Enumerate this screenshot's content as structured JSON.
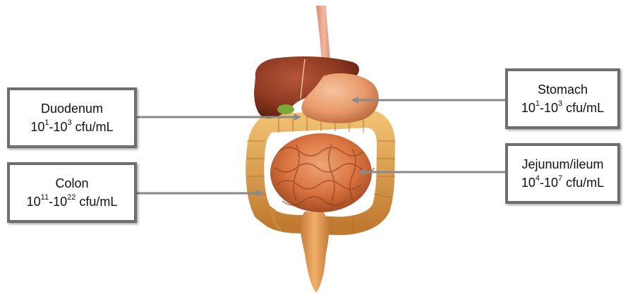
{
  "labels": {
    "duodenum": {
      "name": "Duodenum",
      "count_base_1": "10",
      "count_exp_1": "1",
      "count_sep": "-",
      "count_base_2": "10",
      "count_exp_2": "3",
      "count_unit": " cfu/mL"
    },
    "colon": {
      "name": "Colon",
      "count_base_1": "10",
      "count_exp_1": "11",
      "count_sep": "-",
      "count_base_2": "10",
      "count_exp_2": "22",
      "count_unit": " cfu/mL"
    },
    "stomach": {
      "name": "Stomach",
      "count_base_1": "10",
      "count_exp_1": "1",
      "count_sep": "-",
      "count_base_2": "10",
      "count_exp_2": "3",
      "count_unit": " cfu/mL"
    },
    "jejunum": {
      "name": "Jejunum/ileum",
      "count_base_1": "10",
      "count_exp_1": "4",
      "count_sep": "-",
      "count_base_2": "10",
      "count_exp_2": "7",
      "count_unit": " cfu/mL"
    }
  },
  "colors": {
    "box_border": "#6e6e6e",
    "arrow": "#8a8a8a",
    "liver": "#8e3a22",
    "stomach": "#e89a6a",
    "small_intestine": "#d9733f",
    "large_intestine": "#d9a04a",
    "esophagus": "#e7a184",
    "gallbladder": "#7aa83a"
  }
}
